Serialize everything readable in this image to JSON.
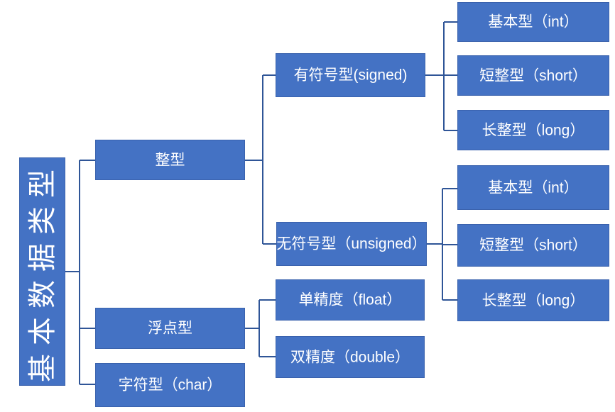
{
  "diagram": {
    "title": "基本数据类型",
    "colors": {
      "background": "#ffffff",
      "node_fill": "#4472C4",
      "node_border": "#3A62AD",
      "connector": "#2F5597",
      "text": "#ffffff"
    },
    "nodes": {
      "root": {
        "label": "基本数据类型"
      },
      "integer": {
        "label": "整型"
      },
      "signed": {
        "label": "有符号型(signed)"
      },
      "signed_int": {
        "label": "基本型（int）"
      },
      "signed_short": {
        "label": "短整型（short）"
      },
      "signed_long": {
        "label": "长整型（long）"
      },
      "unsigned": {
        "label": "无符号型（unsigned）"
      },
      "unsigned_int": {
        "label": "基本型（int）"
      },
      "unsigned_short": {
        "label": "短整型（short）"
      },
      "unsigned_long": {
        "label": "长整型（long）"
      },
      "float": {
        "label": "浮点型"
      },
      "float_single": {
        "label": "单精度（float）"
      },
      "float_double": {
        "label": "双精度（double）"
      },
      "char": {
        "label": "字符型（char）"
      }
    },
    "edges": [
      [
        "root",
        "integer"
      ],
      [
        "root",
        "float"
      ],
      [
        "root",
        "char"
      ],
      [
        "integer",
        "signed"
      ],
      [
        "integer",
        "unsigned"
      ],
      [
        "signed",
        "signed_int"
      ],
      [
        "signed",
        "signed_short"
      ],
      [
        "signed",
        "signed_long"
      ],
      [
        "unsigned",
        "unsigned_int"
      ],
      [
        "unsigned",
        "unsigned_short"
      ],
      [
        "unsigned",
        "unsigned_long"
      ],
      [
        "float",
        "float_single"
      ],
      [
        "float",
        "float_double"
      ]
    ]
  }
}
